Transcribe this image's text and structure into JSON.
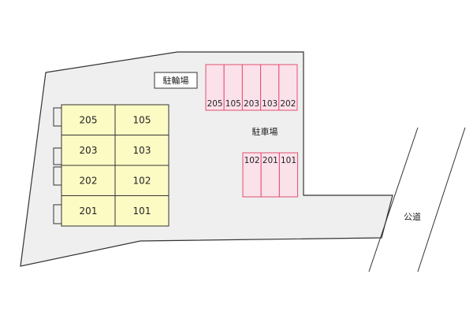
{
  "labels": {
    "bicycle_parking": "駐輪場",
    "car_parking": "駐車場",
    "public_road": "公道"
  },
  "building_units": [
    [
      "205",
      "105"
    ],
    [
      "203",
      "103"
    ],
    [
      "202",
      "102"
    ],
    [
      "201",
      "101"
    ]
  ],
  "parking_top_row": [
    "205",
    "105",
    "203",
    "103",
    "202"
  ],
  "parking_bottom_row": [
    "102",
    "201",
    "101"
  ],
  "colors": {
    "lot_fill": "#efefef",
    "building_fill": "#fdfbc4",
    "parking_fill": "#fbe1ea",
    "parking_stroke": "#e0506e",
    "outline": "#333333"
  }
}
